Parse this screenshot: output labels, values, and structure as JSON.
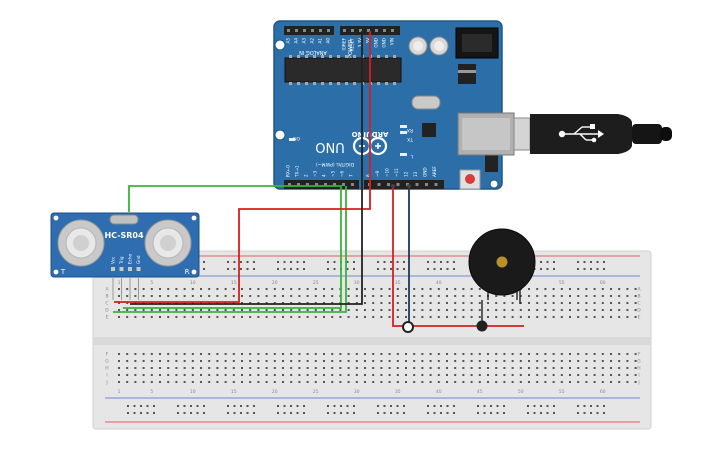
{
  "arduino": {
    "analog_header_label": "ANALOG IN",
    "analog_pins": [
      "A0",
      "A1",
      "A2",
      "A3",
      "A4",
      "A5"
    ],
    "power_header_label": "POWER",
    "power_pins": [
      "VIN",
      "GND",
      "GND",
      "5V",
      "3.3V",
      "RESET",
      "IOREF"
    ],
    "digital_header_label": "DIGITAL (PWM~)",
    "digital_pins": [
      "AREF",
      "GND",
      "13",
      "12",
      "~11",
      "~10",
      "~9",
      "8",
      "7",
      "~6",
      "~5",
      "4",
      "~3",
      "2",
      "TX→1",
      "RX←0"
    ],
    "board_name": "UNO",
    "brand": "ARDUINO",
    "led_labels": [
      "ON",
      "TX",
      "RX",
      "L"
    ],
    "colors": {
      "board": "#2c6fa8",
      "board_edge": "#1e5689",
      "header": "#222222"
    }
  },
  "sensor": {
    "label": "HC-SR04",
    "pins": [
      "Vcc",
      "Trig",
      "Echo",
      "Gnd"
    ],
    "left_marker": "T",
    "right_marker": "R",
    "colors": {
      "board": "#2e6db0",
      "transducer": "#c9c9c9"
    }
  },
  "breadboard": {
    "row_letters_top": [
      "A",
      "B",
      "C",
      "D",
      "E"
    ],
    "row_letters_bottom": [
      "F",
      "G",
      "H",
      "I",
      "J"
    ],
    "column_numbers": [
      "1",
      "5",
      "10",
      "15",
      "20",
      "25",
      "30",
      "35",
      "40",
      "45",
      "50",
      "55",
      "60"
    ],
    "colors": {
      "body": "#e6e6e6",
      "hole": "#555555",
      "rail_red": "#d33",
      "rail_blue": "#46c"
    }
  },
  "buzzer": {
    "colors": {
      "body": "#1a1a1a",
      "center": "#b8912a"
    }
  },
  "wires": {
    "colors": {
      "green": "#3bb33b",
      "red": "#d42020",
      "black": "#222222",
      "dark_blue": "#20365a"
    }
  }
}
